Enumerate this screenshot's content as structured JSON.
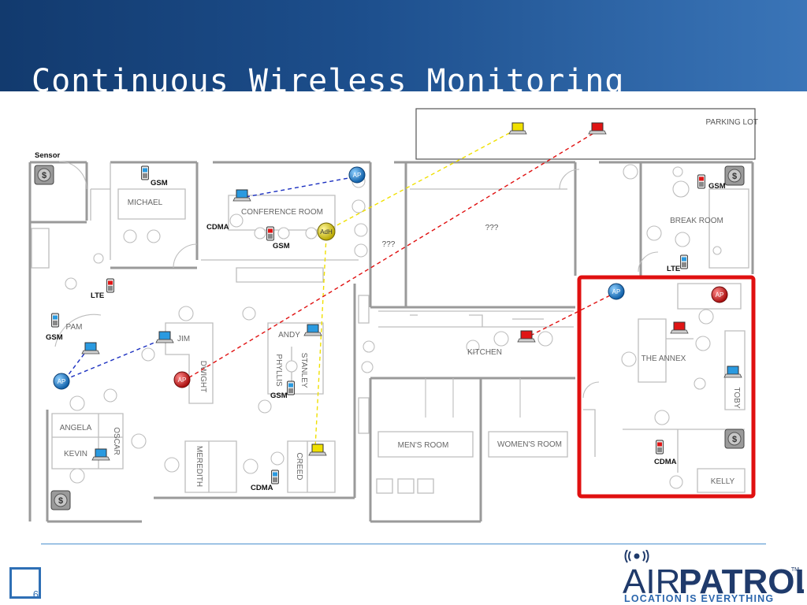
{
  "slide": {
    "title": "Continuous Wireless Monitoring",
    "page_number": "6"
  },
  "labels": {
    "parking_lot": "PARKING LOT",
    "sensor": "Sensor",
    "michael": "MICHAEL",
    "conference_room": "CONFERENCE ROOM",
    "unknown_1": "???",
    "unknown_2": "???",
    "break_room": "BREAK ROOM",
    "pam": "PAM",
    "jim": "JIM",
    "dwight": "DWIGHT",
    "andy": "ANDY",
    "phyllis": "PHYLLIS",
    "stanley": "STANLEY",
    "kitchen": "KITCHEN",
    "the_annex": "THE ANNEX",
    "toby": "TOBY",
    "angela": "ANGELA",
    "oscar": "OSCAR",
    "kevin": "KEVIN",
    "meredith": "MEREDITH",
    "creed": "CREED",
    "mens_room": "MEN'S ROOM",
    "womens_room": "WOMEN'S ROOM",
    "kelly": "KELLY"
  },
  "devices": {
    "ap": "AP",
    "adh": "AdH",
    "gsm": "GSM",
    "cdma": "CDMA",
    "lte": "LTE"
  },
  "legend_colors": {
    "authorized": "#1f8fd6",
    "suspicious": "#e2d20f",
    "rogue": "#d81b1b",
    "alert_zone": "#e01010"
  },
  "logo": {
    "name_part1": "AIR",
    "name_part2": "PATROL",
    "tagline": "LOCATION IS EVERYTHING",
    "trademark": "TM"
  }
}
